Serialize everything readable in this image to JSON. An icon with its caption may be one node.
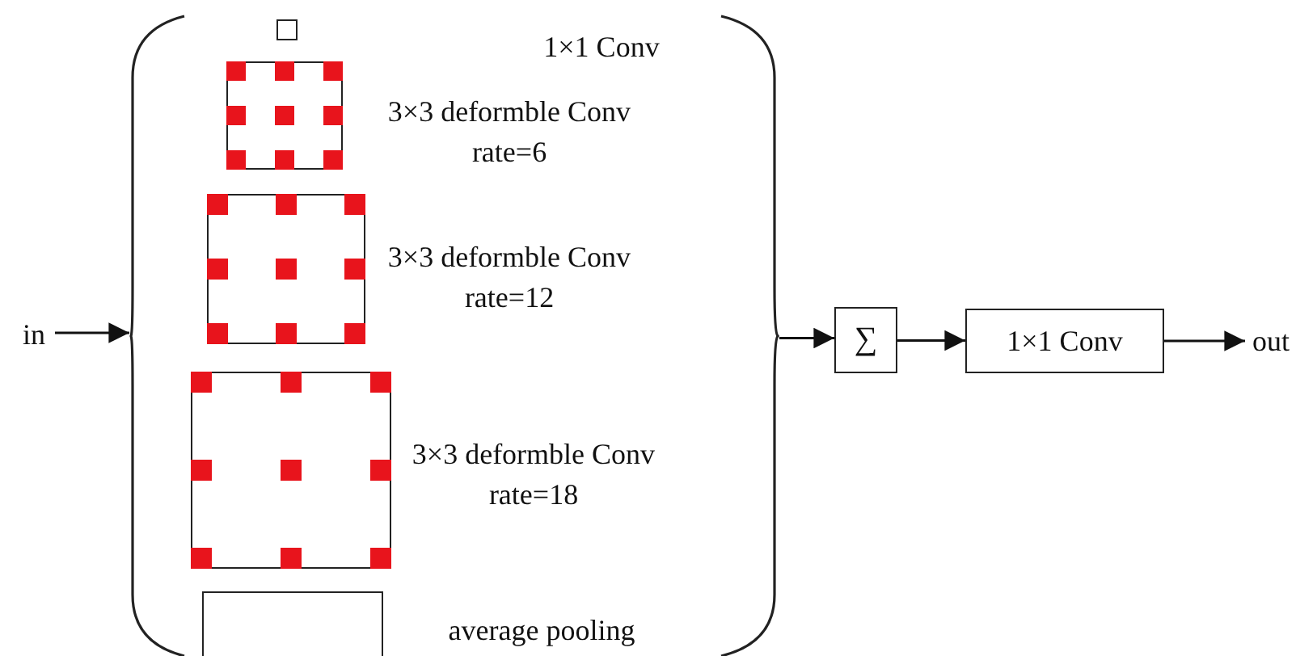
{
  "diagram": {
    "nodes": [
      {
        "text": [
          "in"
        ]
      },
      {
        "text": [],
        "shape": "bracket"
      },
      {
        "text": [],
        "shape": "box",
        "in": 1
      },
      {
        "text": [],
        "shape": "box",
        "beside": [
          "3×3 deformble Conv rate=6"
        ],
        "in": 1
      },
      {
        "text": [],
        "shape": "box",
        "beside": [
          "3×3 deformble Conv rate=12"
        ],
        "in": 1
      },
      {
        "text": [],
        "shape": "box",
        "beside": [
          "3×3 deformble Conv rate=18"
        ],
        "in": 1
      },
      {
        "text": [],
        "shape": "box",
        "beside": [
          "average pooling"
        ],
        "in": 1
      },
      {
        "text": [
          "∑"
        ]
      },
      {
        "text": [
          "1×1 Conv"
        ]
      },
      {
        "text": [
          "out"
        ]
      }
    ],
    "edges": [
      {
        "from": 0,
        "to": 1,
        "arrow": "to"
      },
      {
        "from": 1,
        "to": 7,
        "arrow": "to"
      },
      {
        "from": 7,
        "to": 8,
        "arrow": "to"
      },
      {
        "from": 8,
        "to": 9,
        "arrow": "to"
      }
    ],
    "labels": [
      "1×1 Conv"
    ]
  }
}
